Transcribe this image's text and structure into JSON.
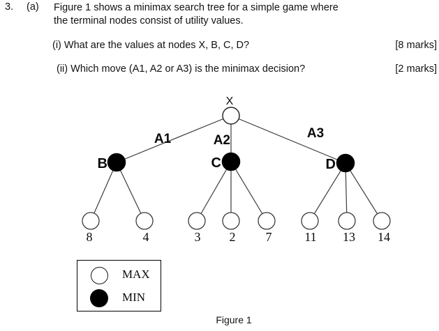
{
  "question": {
    "number": "3.",
    "part_label": "(a)",
    "intro_line1": "Figure 1 shows a minimax search tree for a simple game where",
    "intro_line2": "the terminal nodes consist of utility values.",
    "sub_questions": [
      {
        "text": "(i) What are the values at nodes X, B, C, D?",
        "marks": "[8 marks]"
      },
      {
        "text": "(ii) Which move (A1, A2 or A3) is the minimax decision?",
        "marks": "[2 marks]"
      }
    ]
  },
  "figure": {
    "caption": "Figure 1",
    "root_label": "X",
    "moves": [
      "A1",
      "A2",
      "A3"
    ],
    "min_nodes": [
      {
        "label": "B",
        "leaves": [
          "8",
          "4"
        ]
      },
      {
        "label": "C",
        "leaves": [
          "3",
          "2",
          "7"
        ]
      },
      {
        "label": "D",
        "leaves": [
          "11",
          "13",
          "14"
        ]
      }
    ],
    "legend": {
      "max_label": "MAX",
      "min_label": "MIN"
    },
    "colors": {
      "max_fill": "#ffffff",
      "min_fill": "#000000",
      "edge": "#3d3d3d",
      "ink": "#000000"
    }
  }
}
